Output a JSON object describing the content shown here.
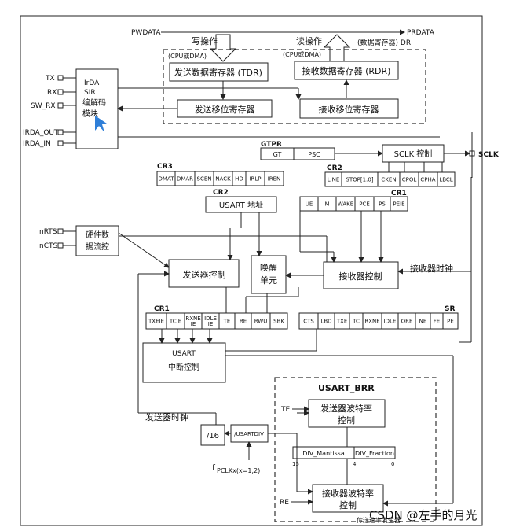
{
  "bus": {
    "pwdata": "PWDATA",
    "prdata": "PRDATA"
  },
  "labels": {
    "write_op": "写操作",
    "read_op": "读操作",
    "cpu_dma_left": "(CPU或DMA)",
    "cpu_dma_right": "(CPU或DMA)",
    "data_register_dr": "(数据寄存器) DR",
    "tx_clock": "发送器时钟",
    "rx_clock": "接收器时钟",
    "fpclk": "f",
    "fpclk_sub": "PCLKx(x=1,2)"
  },
  "registers": {
    "tdr": "发送数据寄存器 (TDR)",
    "rdr": "接收数据寄存器 (RDR)",
    "tx_shift": "发送移位寄存器",
    "rx_shift": "接收移位寄存器"
  },
  "pins": {
    "tx": "TX",
    "rx": "RX",
    "sw_rx": "SW_RX",
    "irda_out": "IRDA_OUT",
    "irda_in": "IRDA_IN",
    "nrts": "nRTS",
    "ncts": "nCTS",
    "sclk": "SCLK"
  },
  "blocks": {
    "irda": [
      "IrDA",
      "SIR",
      "编解码",
      "模块"
    ],
    "hw_flow": [
      "硬件数",
      "据流控"
    ],
    "gtpr": "GTPR",
    "gt": "GT",
    "psc": "PSC",
    "sclk_ctrl": "SCLK 控制",
    "usart_addr": "USART 地址",
    "tx_ctrl": "发送器控制",
    "wakeup": [
      "唤醒",
      "单元"
    ],
    "rx_ctrl": "接收器控制",
    "irq_title": "USART",
    "irq_sub": "中断控制",
    "div16": "/16",
    "usartdiv": "/USARTDIV",
    "brr_title": "USART_BRR",
    "tx_baud": [
      "发送器波特率",
      "控制"
    ],
    "rx_baud": [
      "接收器波特率",
      "控制"
    ],
    "div_mantissa": "DIV_Mantissa",
    "div_fraction": "DIV_Fraction",
    "bit15": "15",
    "bit4": "4",
    "bit0": "0",
    "te": "TE",
    "re": "RE"
  },
  "cr3": {
    "title": "CR3",
    "bits": [
      "DMAT",
      "DMAR",
      "SCEN",
      "NACK",
      "HD",
      "IRLP",
      "IREN"
    ]
  },
  "cr2_top": {
    "title": "CR2",
    "bits": [
      "LINE",
      "STOP[1:0]",
      "CKEN",
      "CPOL",
      "CPHA",
      "LBCL"
    ]
  },
  "cr2_addr": {
    "title": "CR2"
  },
  "cr1_top": {
    "title": "CR1",
    "bits": [
      "UE",
      "M",
      "WAKE",
      "PCE",
      "PS",
      "PEIE"
    ]
  },
  "cr1_bottom": {
    "title": "CR1",
    "bits": [
      "TXEIE",
      "TCIE",
      "RXNE IE",
      "IDLE IE",
      "TE",
      "RE",
      "RWU",
      "SBK"
    ]
  },
  "sr": {
    "title": "SR",
    "bits": [
      "CTS",
      "LBD",
      "TXE",
      "TC",
      "RXNE",
      "IDLE",
      "ORE",
      "NE",
      "FE",
      "PE"
    ]
  },
  "watermark": "CSDN @左手的月光",
  "footer_partial": "传送速率发生器",
  "colors": {
    "shaded": "#b7b7b7",
    "cursor": "#2f7fd8"
  }
}
